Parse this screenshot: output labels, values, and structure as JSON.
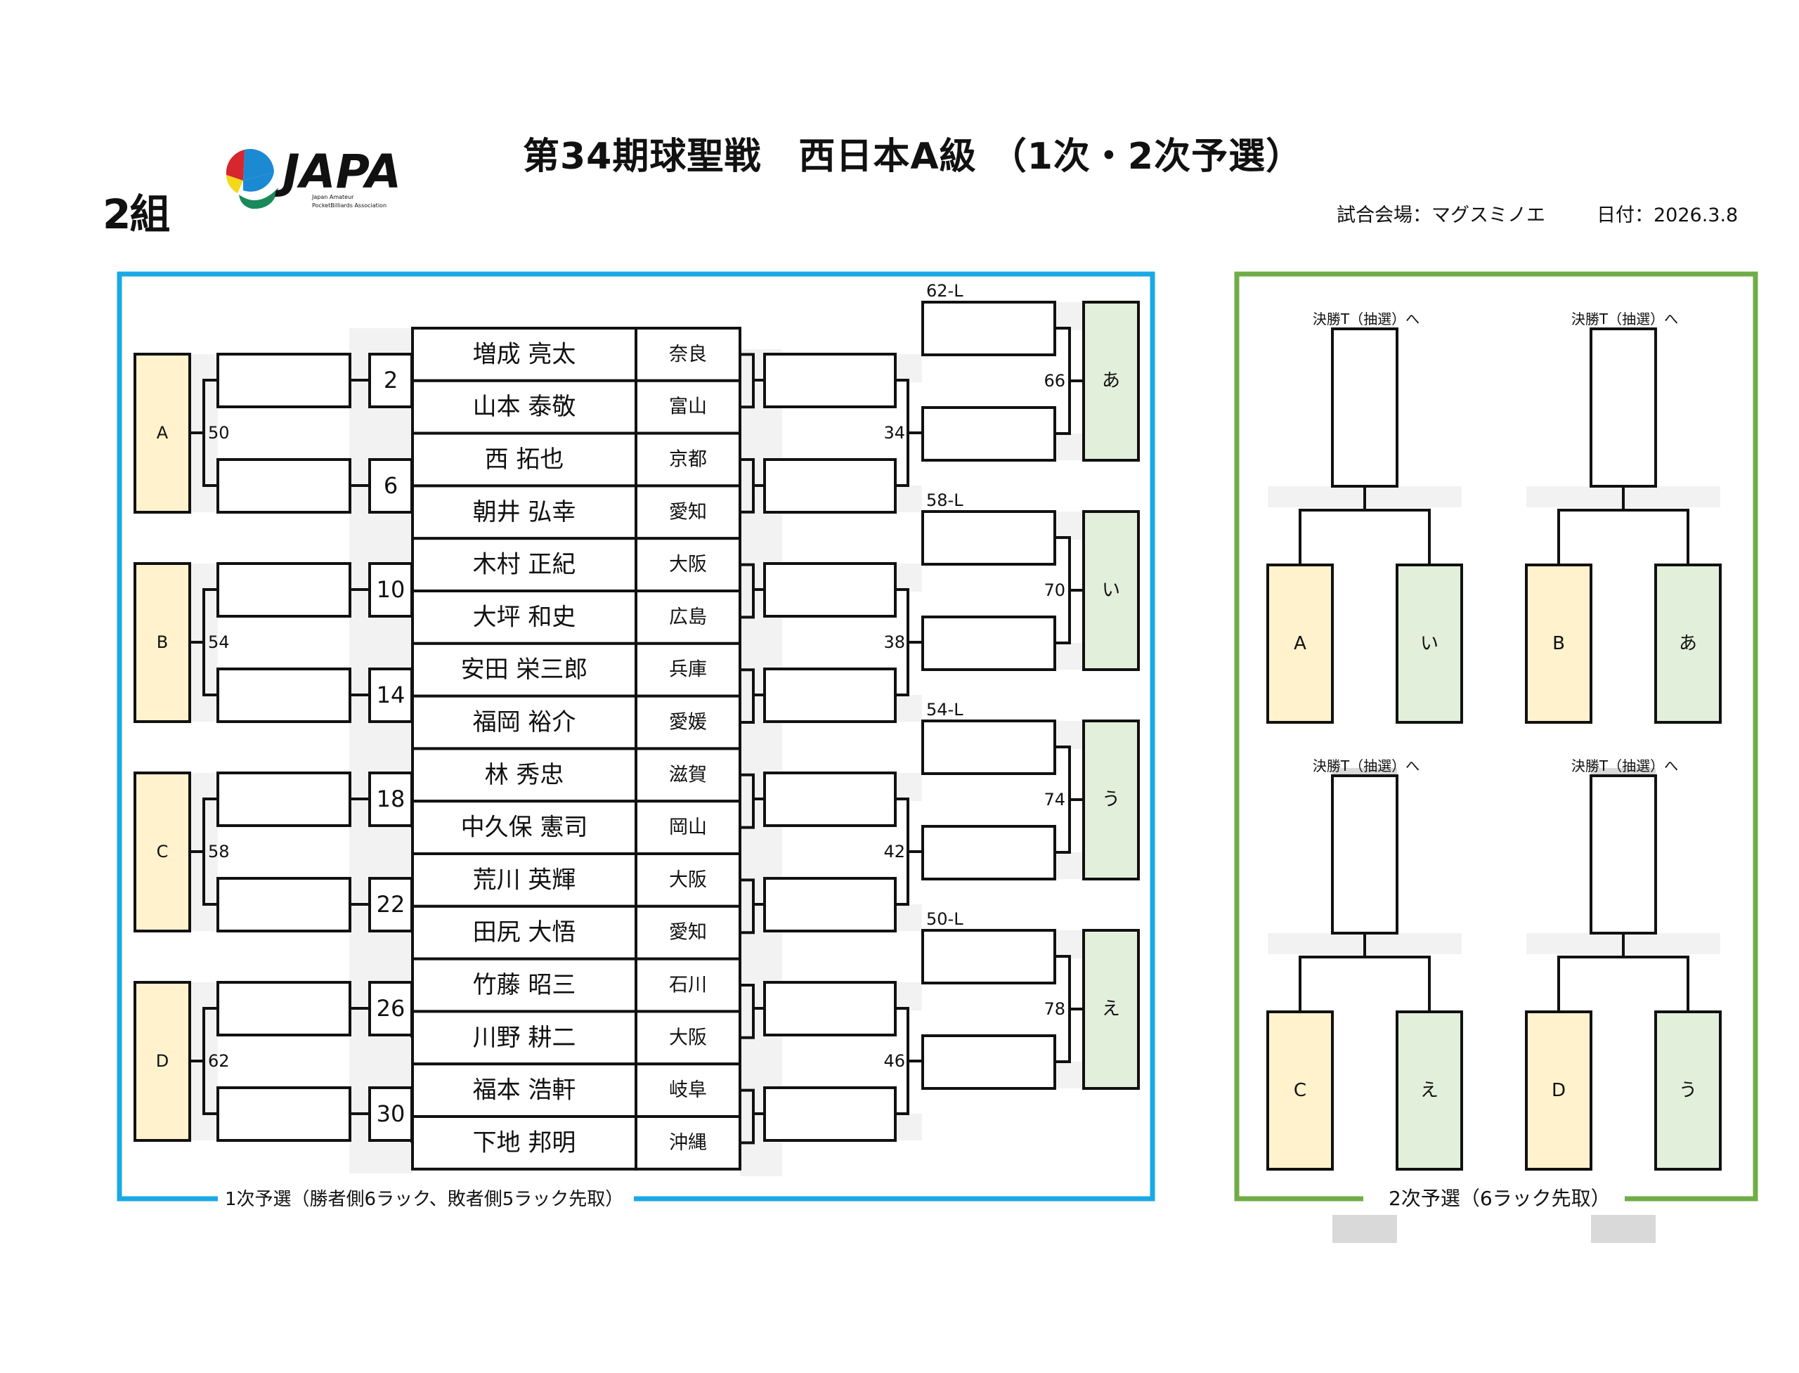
{
  "header": {
    "group_label": "2組",
    "logo": {
      "name": "JAPA",
      "subtitle_line1": "Japan Amateur",
      "subtitle_line2": "PocketBilliards Association"
    },
    "title": "第34期球聖戦　西日本A級 （1次・2次予選）",
    "venue": "試合会場：マグスミノエ",
    "date": "日付：2026.3.8"
  },
  "colors": {
    "stage1_border": "#1aa9e6",
    "stage2_border": "#70ad47",
    "winner_slot_fill": "#fff2cc",
    "loser_slot_fill": "#e2efda",
    "shade_fill": "#f2f2f2",
    "shade_dark_fill": "#d9d9d9"
  },
  "stage1": {
    "caption": "1次予選（勝者側6ラック、敗者側5ラック先取）",
    "players": [
      {
        "name": "増成 亮太",
        "pref": "奈良"
      },
      {
        "name": "山本 泰敬",
        "pref": "富山"
      },
      {
        "name": "西 拓也",
        "pref": "京都"
      },
      {
        "name": "朝井 弘幸",
        "pref": "愛知"
      },
      {
        "name": "木村 正紀",
        "pref": "大阪"
      },
      {
        "name": "大坪 和史",
        "pref": "広島"
      },
      {
        "name": "安田 栄三郎",
        "pref": "兵庫"
      },
      {
        "name": "福岡 裕介",
        "pref": "愛媛"
      },
      {
        "name": "林 秀忠",
        "pref": "滋賀"
      },
      {
        "name": "中久保 憲司",
        "pref": "岡山"
      },
      {
        "name": "荒川 英輝",
        "pref": "大阪"
      },
      {
        "name": "田尻 大悟",
        "pref": "愛知"
      },
      {
        "name": "竹藤 昭三",
        "pref": "石川"
      },
      {
        "name": "川野 耕二",
        "pref": "大阪"
      },
      {
        "name": "福本 浩軒",
        "pref": "岐阜"
      },
      {
        "name": "下地 邦明",
        "pref": "沖縄"
      }
    ],
    "first_round_matches": [
      "2",
      "6",
      "10",
      "14",
      "18",
      "22",
      "26",
      "30"
    ],
    "winner_side": [
      {
        "slot": "A",
        "match": "50"
      },
      {
        "slot": "B",
        "match": "54"
      },
      {
        "slot": "C",
        "match": "58"
      },
      {
        "slot": "D",
        "match": "62"
      }
    ],
    "loser_side_round1": [
      "34",
      "38",
      "42",
      "46"
    ],
    "loser_side": [
      {
        "slot": "あ",
        "match": "66",
        "from": "62-L"
      },
      {
        "slot": "い",
        "match": "70",
        "from": "58-L"
      },
      {
        "slot": "う",
        "match": "74",
        "from": "54-L"
      },
      {
        "slot": "え",
        "match": "78",
        "from": "50-L"
      }
    ]
  },
  "stage2": {
    "caption": "2次予選（6ラック先取）",
    "brackets": [
      {
        "label": "決勝T（抽選）へ",
        "left": "A",
        "right": "い"
      },
      {
        "label": "決勝T（抽選）へ",
        "left": "B",
        "right": "あ"
      },
      {
        "label": "決勝T（抽選）へ",
        "left": "C",
        "right": "え"
      },
      {
        "label": "決勝T（抽選）へ",
        "left": "D",
        "right": "う"
      }
    ]
  }
}
